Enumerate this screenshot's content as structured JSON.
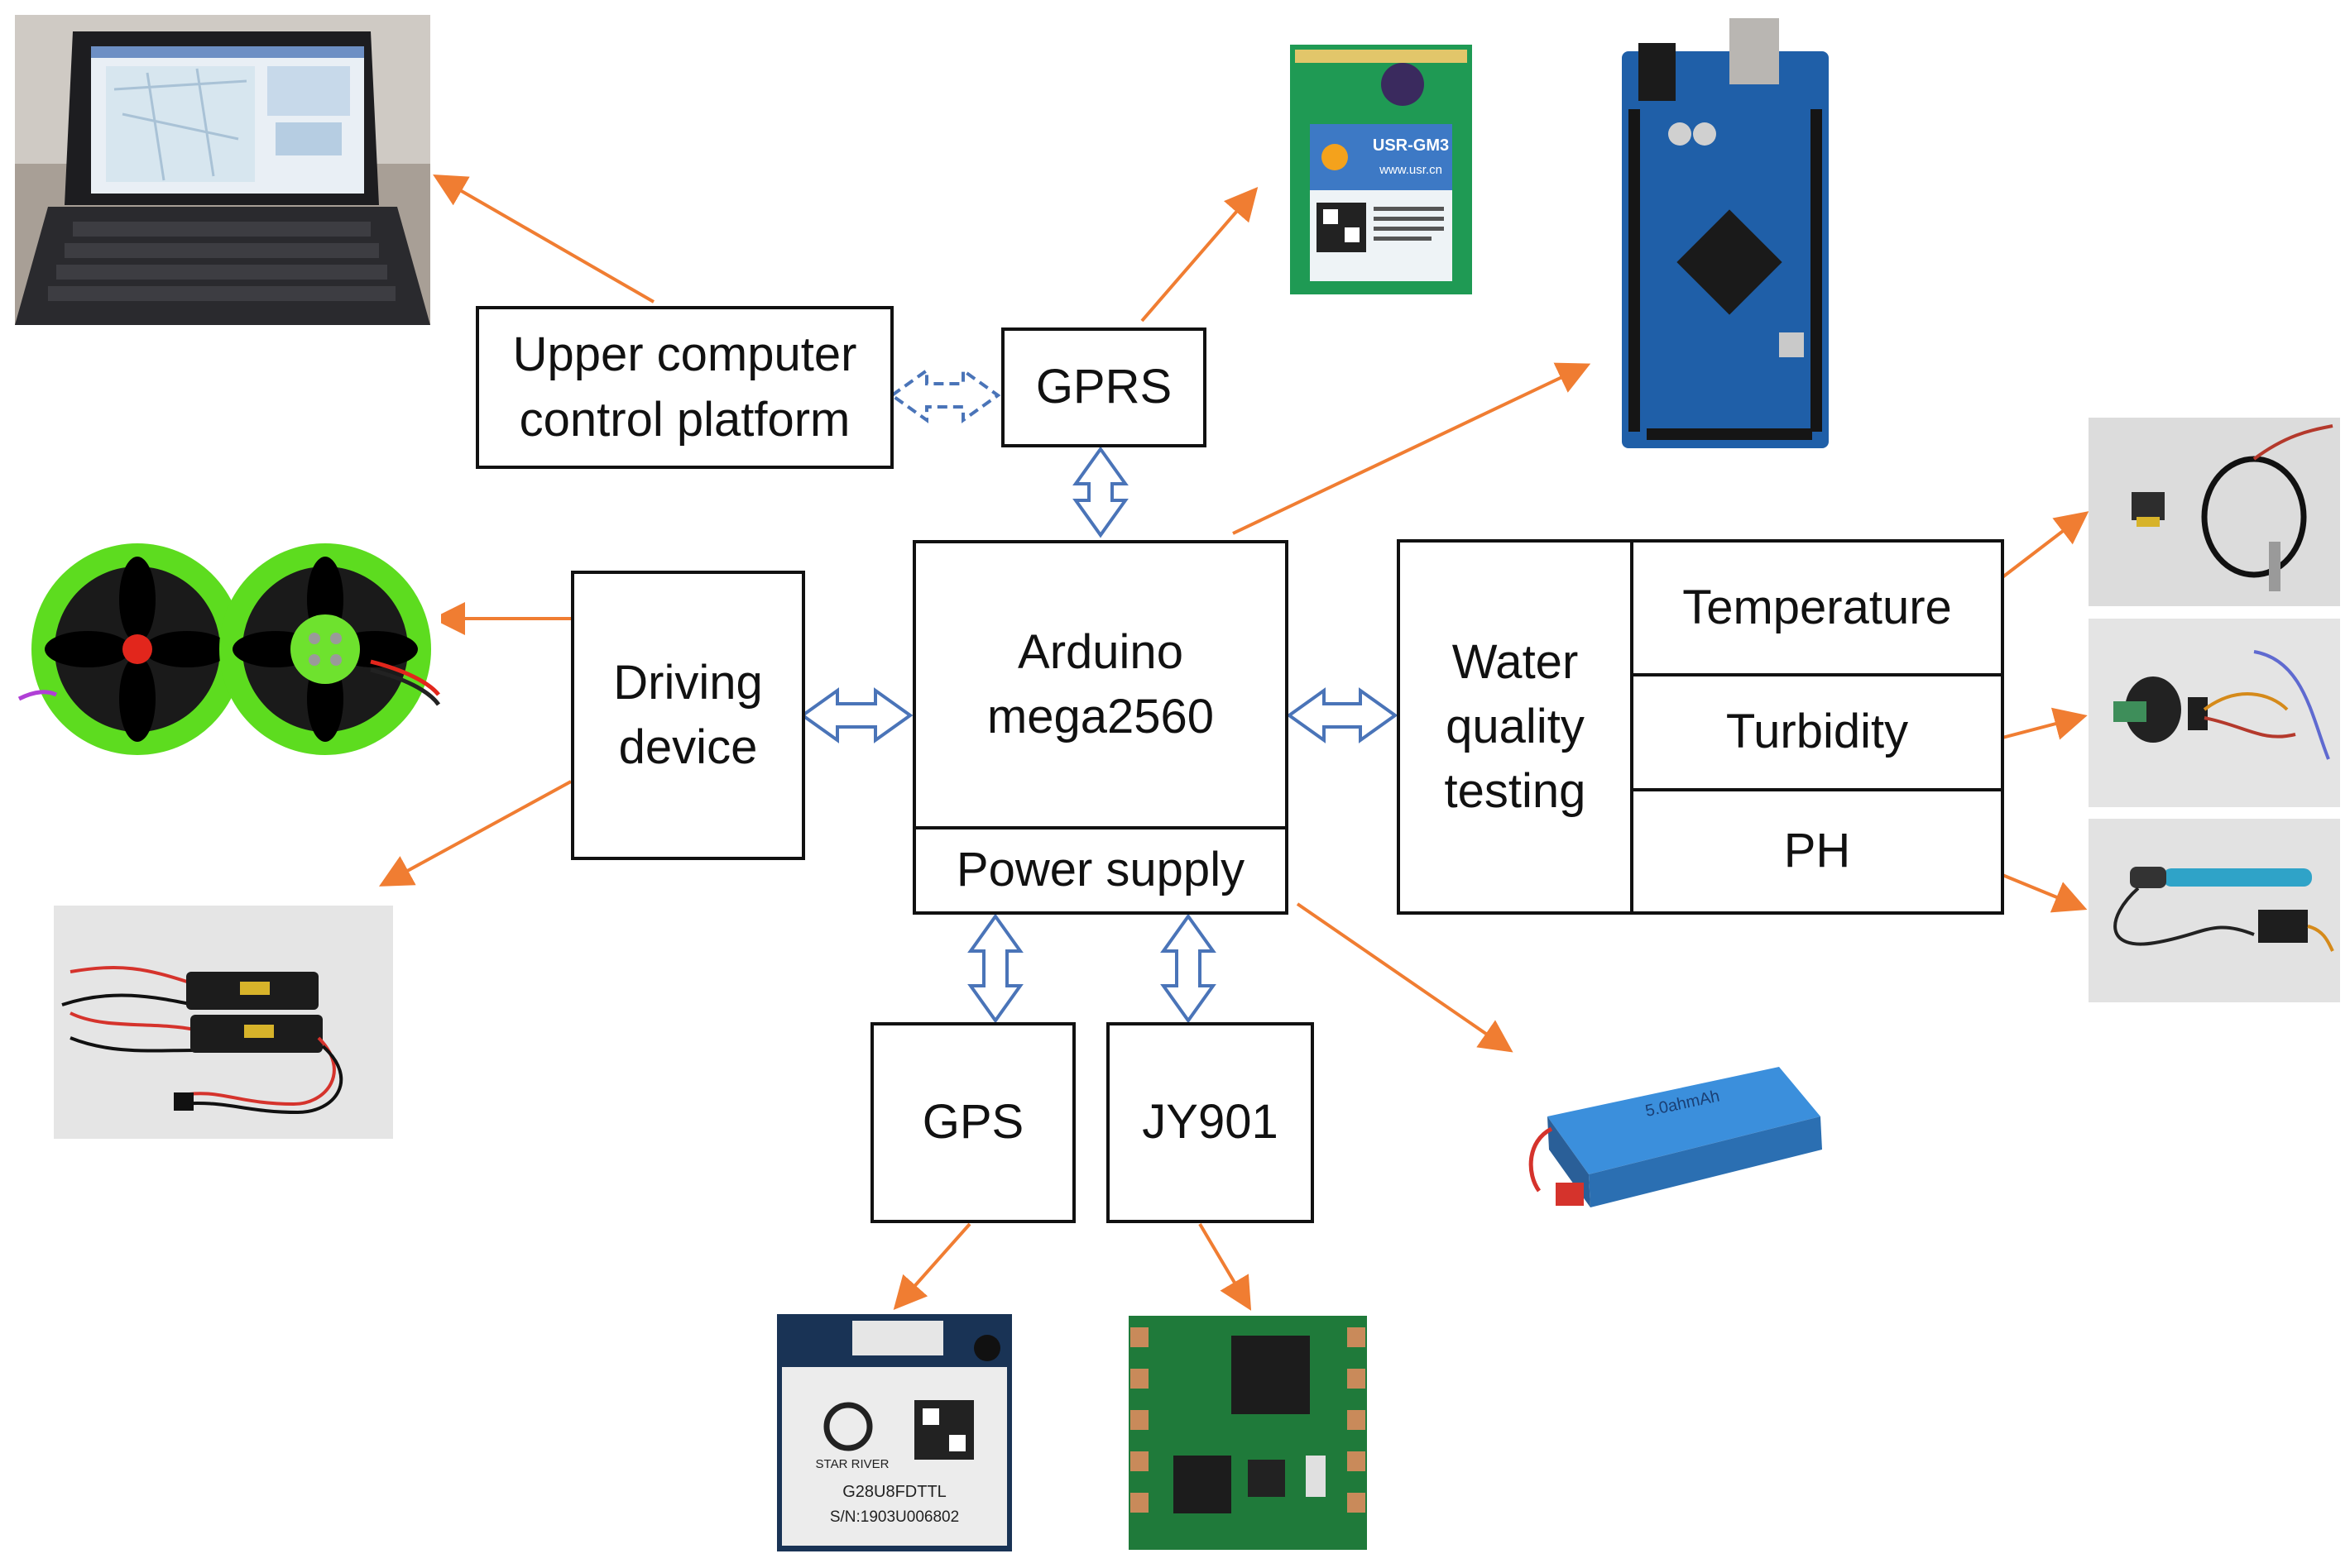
{
  "colors": {
    "arrow": "#f07d32",
    "bus_arrow": "#4a74b8",
    "box_border": "#111111"
  },
  "blocks": {
    "upper_computer": {
      "line1": "Upper computer",
      "line2": "control platform"
    },
    "gprs": "GPRS",
    "arduino": {
      "line1": "Arduino",
      "line2": "mega2560"
    },
    "power_supply": "Power supply",
    "driving_device": {
      "line1": "Driving",
      "line2": "device"
    },
    "water_quality": {
      "line1": "Water",
      "line2": "quality",
      "line3": "testing"
    },
    "temperature": "Temperature",
    "turbidity": "Turbidity",
    "ph": "PH",
    "gps": "GPS",
    "jy901": "JY901"
  },
  "photos": {
    "gprs_module": {
      "title": "USR-GM3",
      "url": "www.usr.cn"
    },
    "gps_module": {
      "brand": "STAR RIVER",
      "model": "G28U8FDTTL",
      "serial": "S/N:1903U006802"
    },
    "battery": {
      "label": "5.0ahmAh"
    }
  }
}
